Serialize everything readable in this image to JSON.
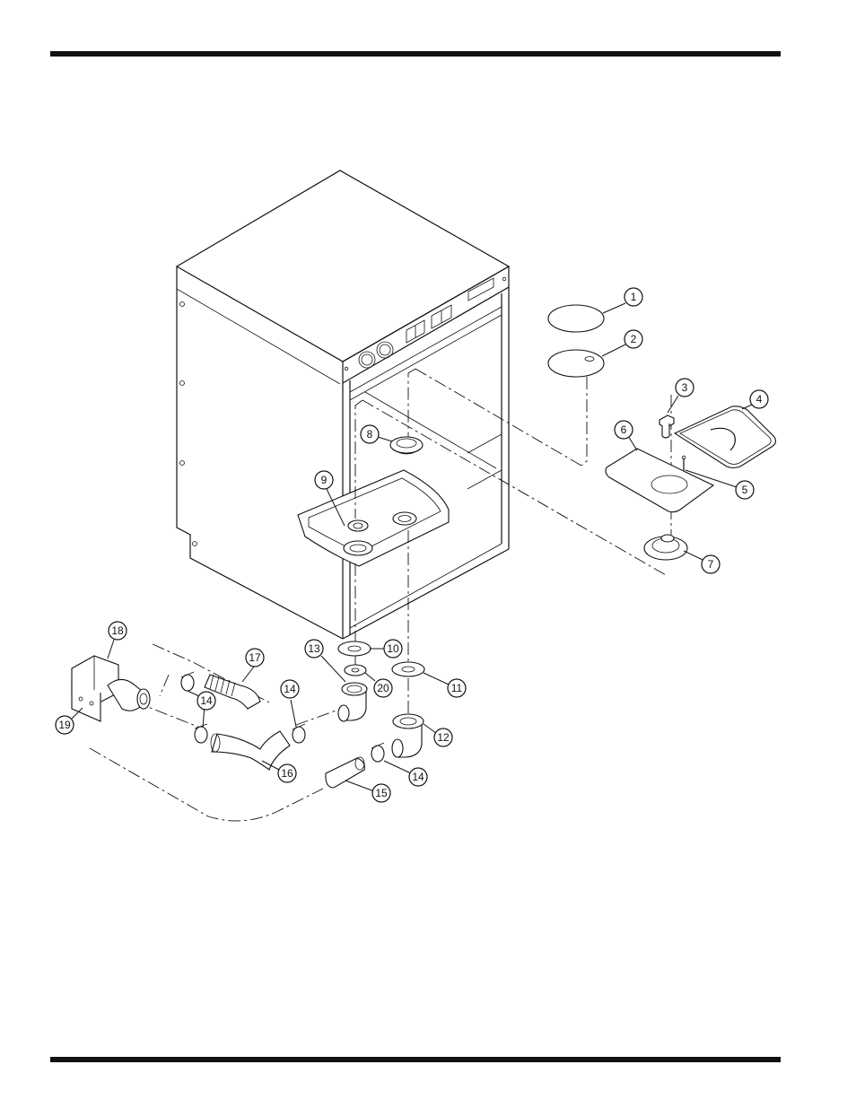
{
  "callouts": [
    {
      "label": "1"
    },
    {
      "label": "2"
    },
    {
      "label": "3"
    },
    {
      "label": "4"
    },
    {
      "label": "5"
    },
    {
      "label": "6"
    },
    {
      "label": "7"
    },
    {
      "label": "8"
    },
    {
      "label": "9"
    },
    {
      "label": "10"
    },
    {
      "label": "11"
    },
    {
      "label": "12"
    },
    {
      "label": "13"
    },
    {
      "label": "14"
    },
    {
      "label": "14"
    },
    {
      "label": "14"
    },
    {
      "label": "14"
    },
    {
      "label": "15"
    },
    {
      "label": "16"
    },
    {
      "label": "17"
    },
    {
      "label": "18"
    },
    {
      "label": "19"
    },
    {
      "label": "20"
    }
  ]
}
